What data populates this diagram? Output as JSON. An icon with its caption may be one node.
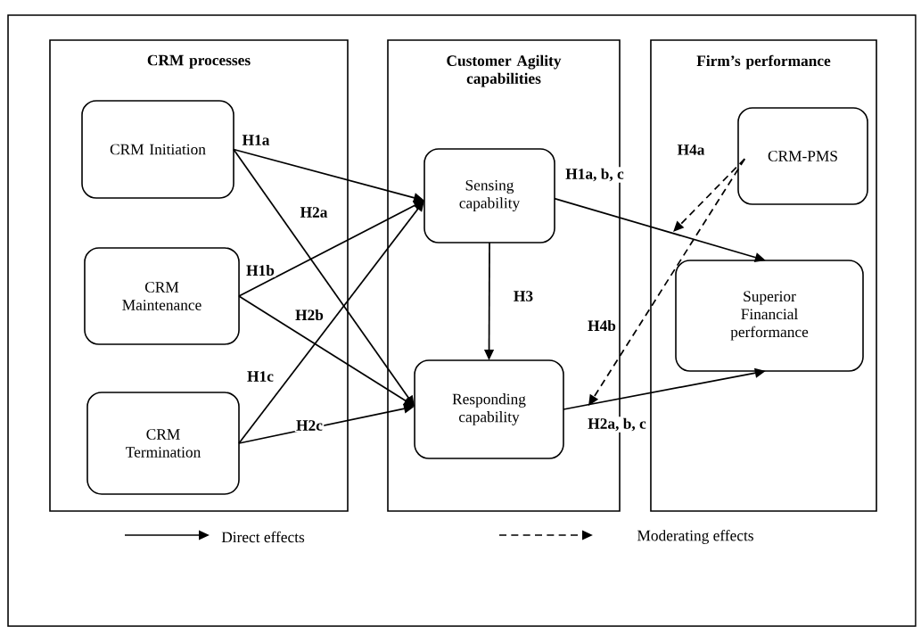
{
  "diagram": {
    "nodes": [
      {
        "text": [
          "CRM processes"
        ]
      },
      {
        "text": [
          "Customer Agility capabilities"
        ]
      },
      {
        "text": [
          "Firm’s performance"
        ]
      },
      {
        "text": [
          "CRM Initiation"
        ],
        "in": 0
      },
      {
        "text": [
          "CRM Maintenance"
        ],
        "in": 0
      },
      {
        "text": [
          "CRM Termination"
        ],
        "in": 0
      },
      {
        "text": [
          "Sensing capability"
        ],
        "in": 1
      },
      {
        "text": [
          "Responding capability"
        ],
        "in": 1
      },
      {
        "text": [
          "CRM-PMS"
        ],
        "in": 2
      },
      {
        "text": [
          "Superior Financial performance"
        ],
        "in": 2
      }
    ],
    "edges": [
      {
        "from": 3,
        "to": 6,
        "arrow": "to",
        "label": "H1a"
      },
      {
        "from": 3,
        "to": 7,
        "arrow": "to",
        "label": "H2a"
      },
      {
        "from": 4,
        "to": 6,
        "arrow": "to",
        "label": "H1b"
      },
      {
        "from": 4,
        "to": 7,
        "arrow": "to",
        "label": "H2b"
      },
      {
        "from": 5,
        "to": 6,
        "arrow": "to",
        "label": "H1c"
      },
      {
        "from": 5,
        "to": 7,
        "arrow": "to",
        "label": "H2c"
      },
      {
        "from": 6,
        "to": 9,
        "arrow": "to",
        "label": "H1a, b, c"
      },
      {
        "from": 7,
        "to": 9,
        "arrow": "to",
        "label": "H2a, b, c"
      },
      {
        "from": 6,
        "to": 7,
        "arrow": "to",
        "label": "H3"
      },
      {
        "from": 8,
        "to": null,
        "arrow": "to",
        "label": "H4a",
        "style": "dashed"
      },
      {
        "from": 8,
        "to": null,
        "arrow": "to",
        "label": "H4b",
        "style": "dashed"
      }
    ],
    "legend": [
      {
        "text": "Direct effects"
      },
      {
        "text": "Moderating effects"
      }
    ]
  }
}
